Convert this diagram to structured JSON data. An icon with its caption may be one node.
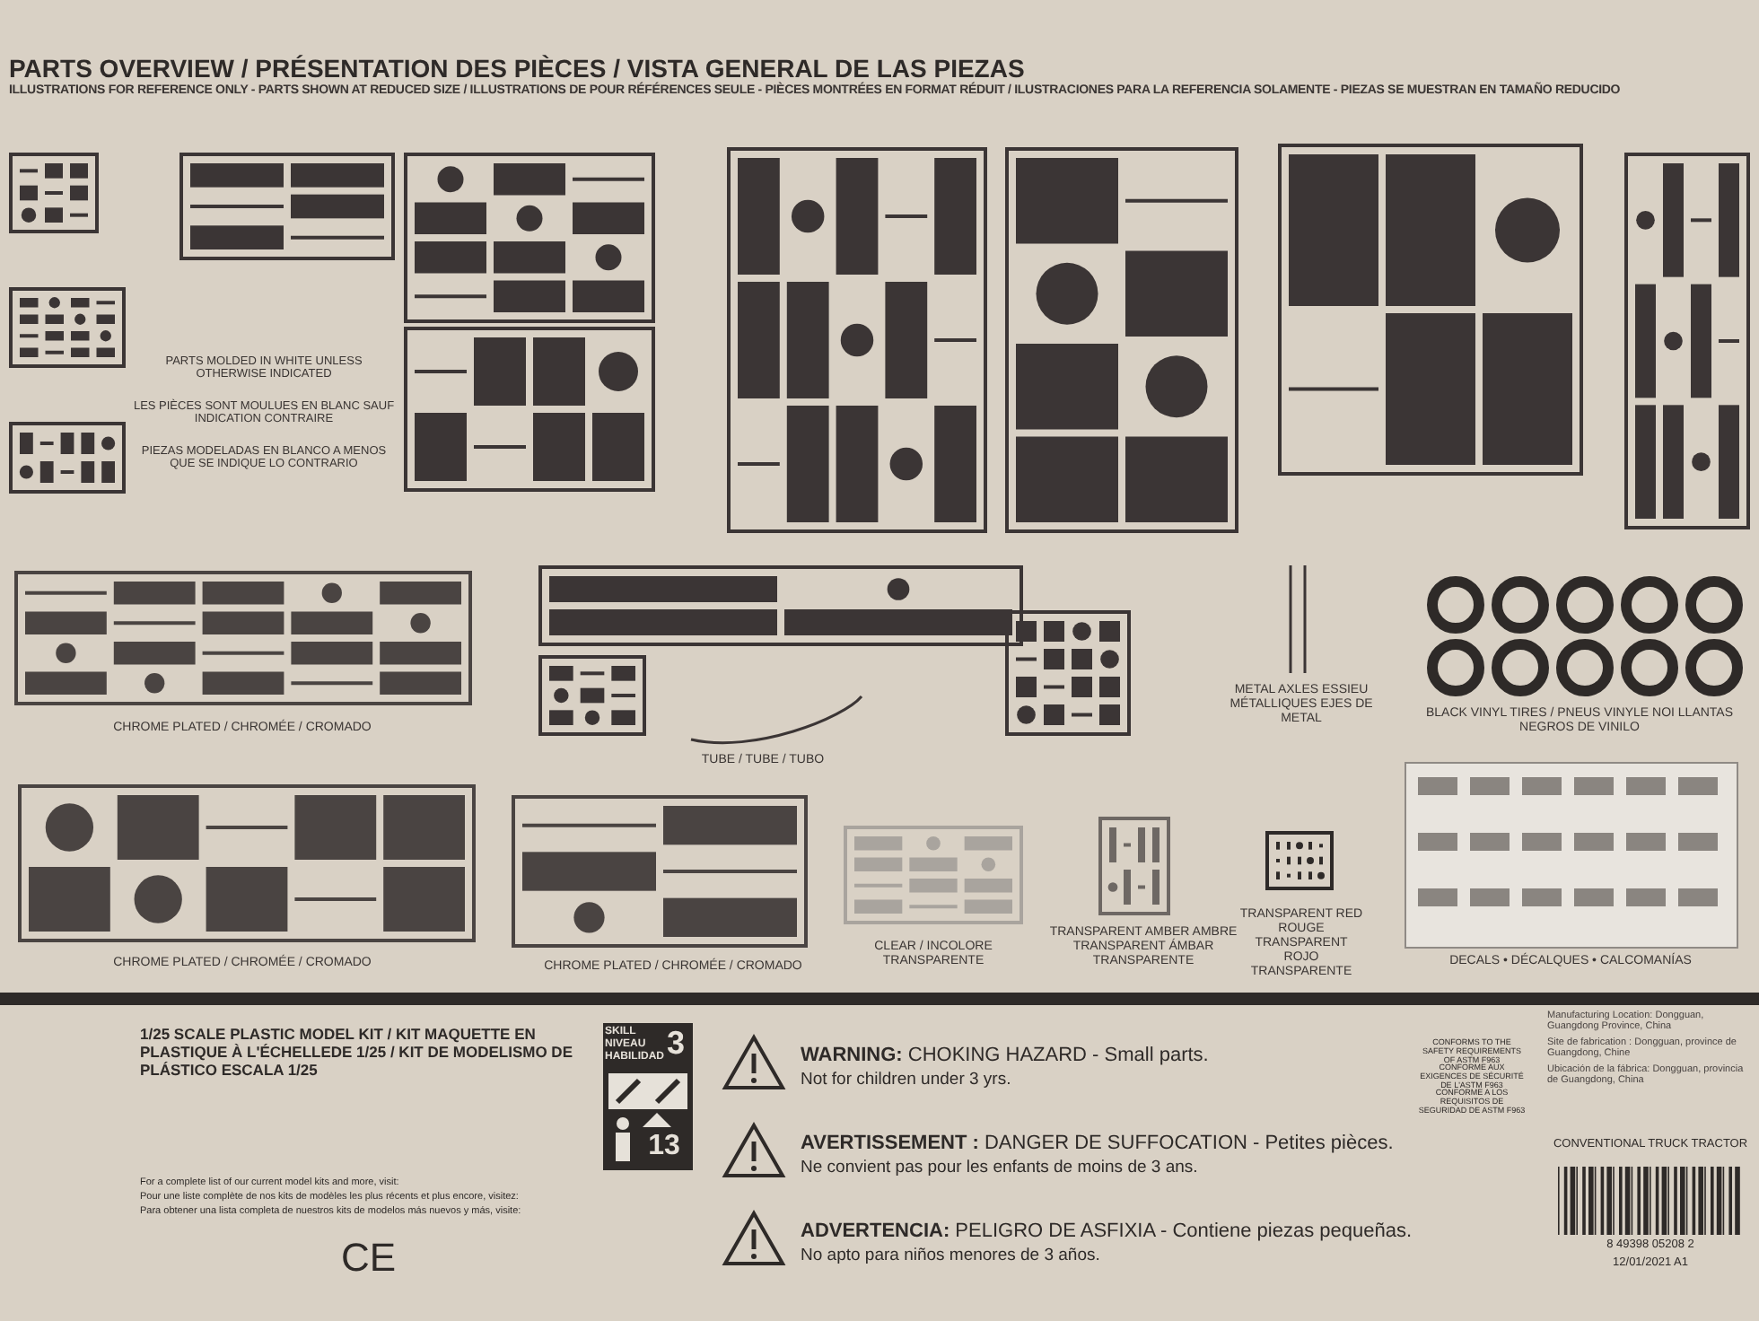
{
  "diagram": {
    "title": "PARTS OVERVIEW / PRÉSENTATION DES PIÈCES / VISTA GENERAL DE LAS PIEZAS",
    "labels": [
      "ILLUSTRATIONS FOR REFERENCE ONLY - PARTS SHOWN AT REDUCED SIZE / ILLUSTRATIONS DE POUR RÉFÉRENCES SEULE - PIÈCES MONTRÉES EN FORMAT RÉDUIT / ILUSTRACIONES PARA LA REFERENCIA SOLAMENTE - PIEZAS SE MUESTRAN EN TAMAÑO REDUCIDO",
      "PARTS MOLDED IN WHITE UNLESS OTHERWISE INDICATED",
      "LES PIÈCES SONT MOULUES EN BLANC SAUF INDICATION CONTRAIRE",
      "PIEZAS MODELADAS EN BLANCO A MENOS QUE SE INDIQUE LO CONTRARIO",
      "CHROME PLATED / CHROMÉE / CROMADO",
      "TUBE / TUBE / TUBO",
      "METAL AXLES ESSIEU MÉTALLIQUES EJES DE METAL",
      "BLACK VINYL TIRES / PNEUS VINYLE NOI LLANTAS NEGROS DE VINILO",
      "CHROME PLATED / CHROMÉE / CROMADO",
      "CHROME PLATED / CHROMÉE / CROMADO",
      "CLEAR / INCOLORE TRANSPARENTE",
      "TRANSPARENT AMBER AMBRE TRANSPARENT ÁMBAR TRANSPARENTE",
      "TRANSPARENT RED ROUGE TRANSPARENT ROJO TRANSPARENTE",
      "DECALS • DÉCALQUES • CALCOMANÍAS",
      "1/25 SCALE PLASTIC MODEL KIT / KIT MAQUETTE EN PLASTIQUE À L'ÉCHELLEDE 1/25 / KIT DE MODELISMO DE PLÁSTICO ESCALA 1/25",
      "SKILL NIVEAU HABILIDAD",
      "3",
      "13",
      "For a complete list of our current model kits and more, visit:",
      "Pour une liste complète de nos kits de modèles les plus récents et plus encore, visitez:",
      "Para obtener una lista completa de nuestros kits de modelos más nuevos y más, visite:",
      "CE",
      "**WARNING:** CHOKING HAZARD - Small parts.",
      "Not for children under 3 yrs.",
      "**AVERTISSEMENT :** DANGER DE SUFFOCATION - Petites pièces.",
      "Ne convient pas pour les enfants de moins de 3 ans.",
      "**ADVERTENCIA:** PELIGRO DE ASFIXIA - Contiene piezas pequeñas.",
      "No apto para niños menores de 3 años.",
      "CONFORMS TO THE SAFETY REQUIREMENTS OF ASTM F963",
      "CONFORME AUX EXIGENCES DE SÉCURITÉ DE L'ASTM F963",
      "CONFORME A LOS REQUISITOS DE SEGURIDAD DE ASTM F963",
      "Manufacturing Location: Dongguan, Guangdong Province, China",
      "Site de fabrication : Dongguan, province de Guangdong, Chine",
      "Ubicación de la fábrica: Dongguan, provincia de Guangdong, China",
      "CONVENTIONAL TRUCK TRACTOR",
      "8 49398 05208 2",
      "12/01/2021 A1"
    ]
  }
}
